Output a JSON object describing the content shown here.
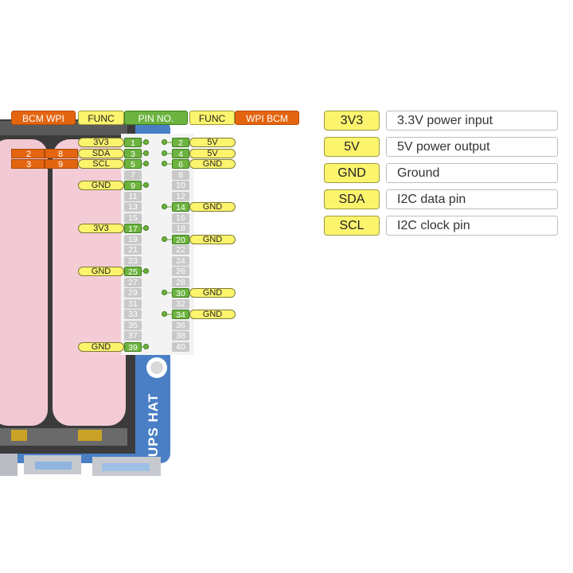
{
  "header": {
    "bcm_wpi_left": "BCM WPI",
    "func_left": "FUNC",
    "pin_no": "PIN NO.",
    "func_right": "FUNC",
    "wpi_bcm_right": "WPI BCM"
  },
  "pins_odd": [
    "1",
    "3",
    "5",
    "7",
    "9",
    "11",
    "13",
    "15",
    "17",
    "19",
    "21",
    "23",
    "25",
    "27",
    "29",
    "31",
    "33",
    "35",
    "37",
    "39"
  ],
  "pins_even": [
    "2",
    "4",
    "6",
    "8",
    "10",
    "12",
    "14",
    "16",
    "18",
    "20",
    "22",
    "24",
    "26",
    "28",
    "30",
    "32",
    "34",
    "36",
    "38",
    "40"
  ],
  "left_funcs": {
    "p1": "3V3",
    "p3": "SDA",
    "p5": "SCL",
    "p9": "GND",
    "p17": "3V3",
    "p25": "GND",
    "p39": "GND"
  },
  "right_funcs": {
    "p2": "5V",
    "p4": "5V",
    "p6": "GND",
    "p14": "GND",
    "p20": "GND",
    "p30": "GND",
    "p34": "GND"
  },
  "gpio": {
    "sda_bcm": "2",
    "sda_wpi": "8",
    "scl_bcm": "3",
    "scl_wpi": "9"
  },
  "board_label": "UPS HAT",
  "legend": [
    {
      "key": "3V3",
      "desc": "3.3V power input"
    },
    {
      "key": "5V",
      "desc": "5V power output"
    },
    {
      "key": "GND",
      "desc": "Ground"
    },
    {
      "key": "SDA",
      "desc": "I2C data pin"
    },
    {
      "key": "SCL",
      "desc": "I2C clock pin"
    }
  ],
  "colors": {
    "orange": "#e4650f",
    "yellow": "#fdf46e",
    "green": "#6cb33f",
    "gray_pin": "#c9c9c9",
    "board_blue": "#4a7fc6",
    "battery_pink": "#f2c9d3"
  }
}
